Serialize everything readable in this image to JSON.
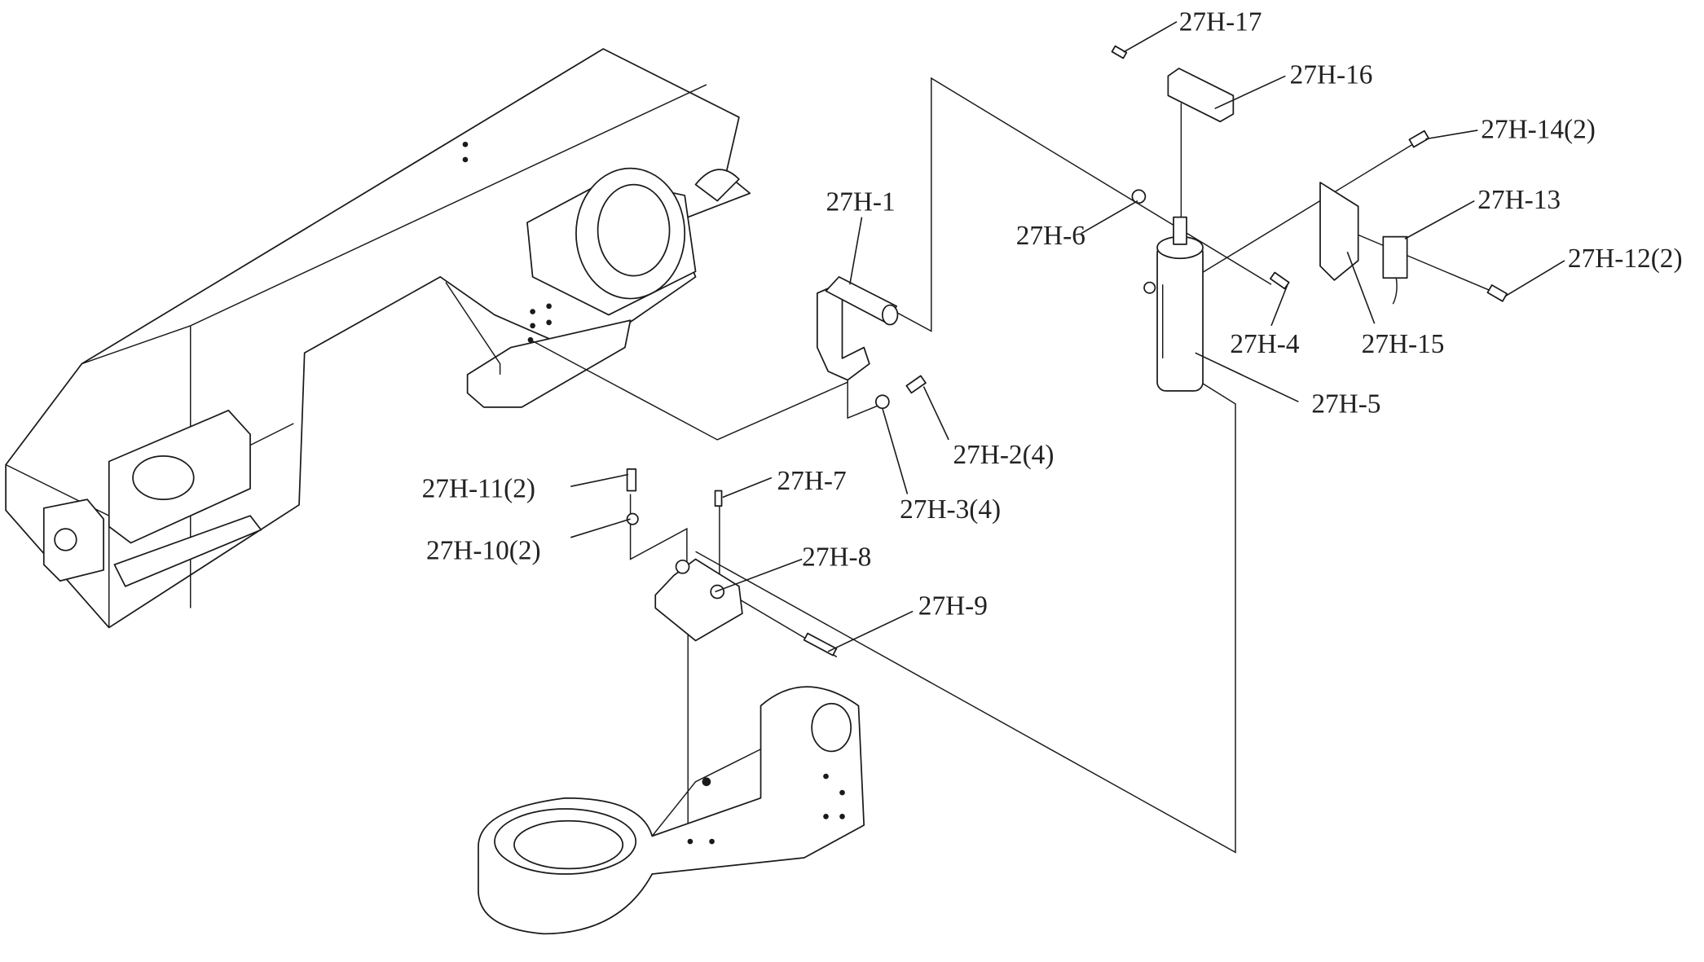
{
  "diagram": {
    "labels": {
      "p1": "27H-1",
      "p2": "27H-2(4)",
      "p3": "27H-3(4)",
      "p4": "27H-4",
      "p5": "27H-5",
      "p6": "27H-6",
      "p7": "27H-7",
      "p8": "27H-8",
      "p9": "27H-9",
      "p10": "27H-10(2)",
      "p11": "27H-11(2)",
      "p12": "27H-12(2)",
      "p13": "27H-13",
      "p14": "27H-14(2)",
      "p15": "27H-15",
      "p16": "27H-16",
      "p17": "27H-17"
    }
  }
}
